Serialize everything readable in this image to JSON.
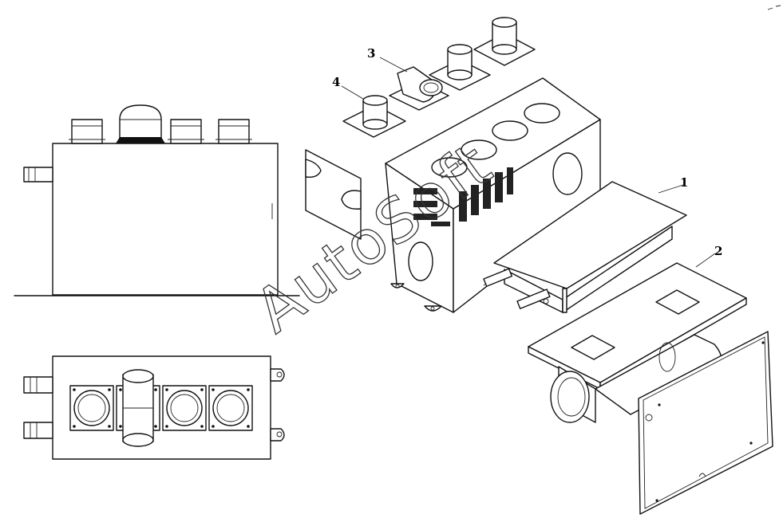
{
  "diagram": {
    "callouts": [
      {
        "id": "1",
        "label": "1"
      },
      {
        "id": "2",
        "label": "2"
      },
      {
        "id": "3",
        "label": "3"
      },
      {
        "id": "4",
        "label": "4"
      }
    ]
  },
  "watermark": {
    "text": "AutoSoft"
  }
}
